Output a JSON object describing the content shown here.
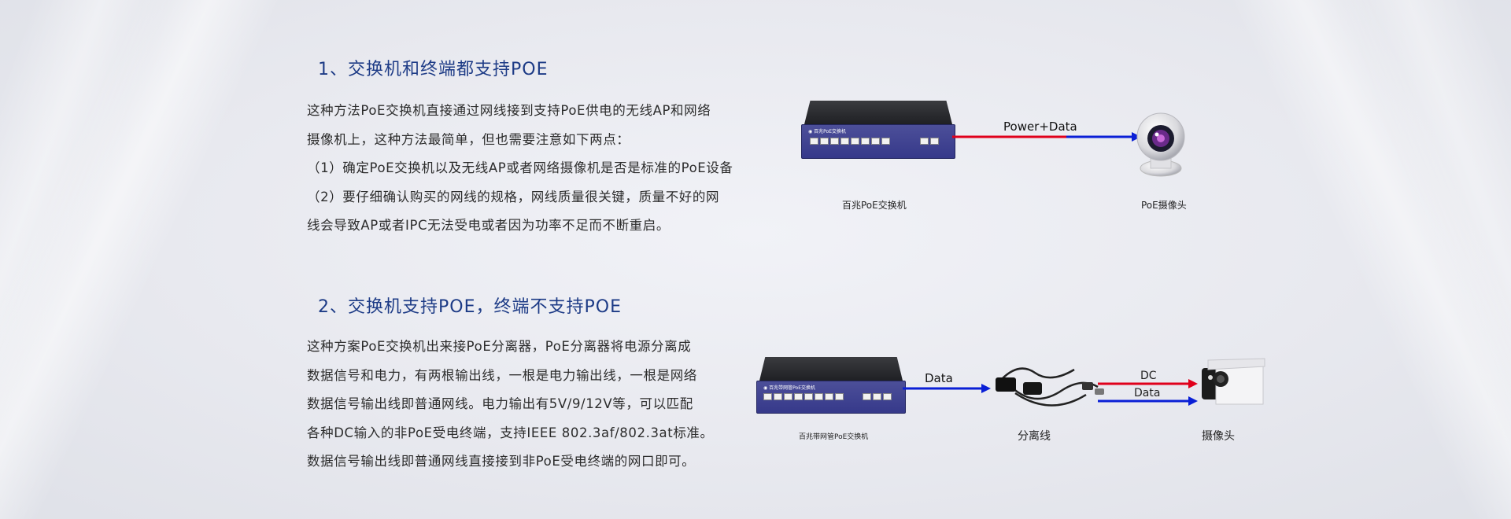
{
  "section1": {
    "title": "1、交换机和终端都支持POE",
    "lines": [
      "这种方法PoE交换机直接通过网线接到支持PoE供电的无线AP和网络",
      "摄像机上，这种方法最简单，但也需要注意如下两点：",
      "（1）确定PoE交换机以及无线AP或者网络摄像机是否是标准的PoE设备",
      "（2）要仔细确认购买的网线的规格，网线质量很关键，质量不好的网",
      "线会导致AP或者IPC无法受电或者因为功率不足而不断重启。"
    ],
    "diagram": {
      "switch_label": "百兆PoE交换机",
      "arrow_label": "Power+Data",
      "camera_label": "PoE摄像头"
    }
  },
  "section2": {
    "title": "2、交换机支持POE，终端不支持POE",
    "lines": [
      "这种方案PoE交换机出来接PoE分离器，PoE分离器将电源分离成",
      "数据信号和电力，有两根输出线，一根是电力输出线，一根是网络",
      "数据信号输出线即普通网线。电力输出有5V/9/12V等，可以匹配",
      "各种DC输入的非PoE受电终端，支持IEEE  802.3af/802.3at标准。",
      "数据信号输出线即普通网线直接接到非PoE受电终端的网口即可。"
    ],
    "diagram": {
      "switch_label": "百兆带网管PoE交换机",
      "arrow_label": "Data",
      "splitter_label": "分离线",
      "dc_label": "DC",
      "data_label": "Data",
      "camera_label": "摄像头"
    }
  },
  "colors": {
    "heading": "#1d3b86",
    "power_line": "#e0001b",
    "data_line": "#0a1fd6",
    "switch_body": "#3d4090"
  },
  "icons": {
    "switch": "poe-switch-icon",
    "camera": "dome-camera-icon",
    "splitter": "poe-splitter-icon",
    "bullet_camera": "bullet-camera-icon"
  }
}
